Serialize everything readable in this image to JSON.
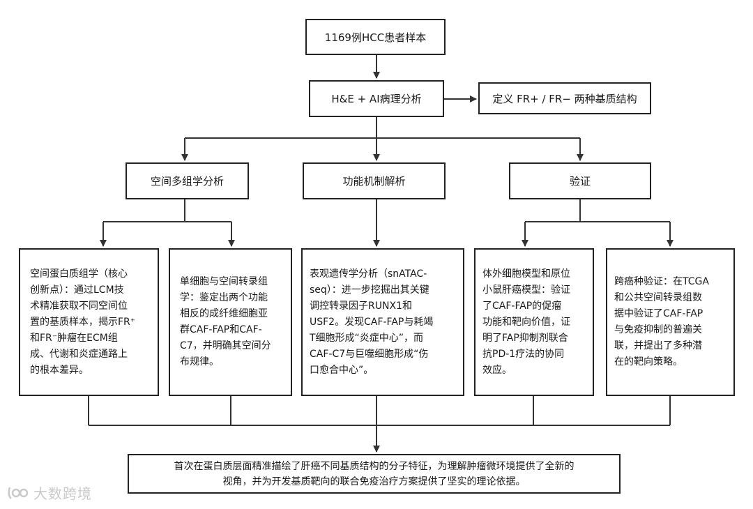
{
  "nodes": {
    "root": "1169例HCC患者样本",
    "he_ai": "H&E + AI病理分析",
    "define": "定义 FR+ / FR− 两种基质结构",
    "spatial": "空间多组学分析",
    "functional": "功能机制解析",
    "validation": "验证",
    "proteomics": "空间蛋白质组学（核心创新点）：通过LCM技术精准获取不同空间位置的基质样本，揭示FR⁺和FR⁻肿瘤在ECM组成、代谢和炎症通路上的根本差异。",
    "scrna": "单细胞与空间转录组学：鉴定出两个功能相反的成纤维细胞亚群CAF-FAP和CAF-C7，并明确其空间分布规律。",
    "epigenetics": "表观遗传学分析（snATAC-seq）：进一步挖掘出其关键调控转录因子RUNX1和USF2。发现CAF-FAP与耗竭T细胞形成“炎症中心”，而CAF-C7与巨噬细胞形成“伤口愈合中心”。",
    "invitro": "体外细胞模型和原位小鼠肝癌模型：验证了CAF-FAP的促瘤功能和靶向价值，证明了FAP抑制剂联合抗PD-1疗法的协同效应。",
    "pancancer": "跨癌种验证：在TCGA和公共空间转录组数据中验证了CAF-FAP与免疫抑制的普遍关联，并提出了多种潜在的靶向策略。",
    "conclusion": "首次在蛋白质层面精准描绘了肝癌不同基质结构的分子特征，为理解肿瘤微环境提供了全新的视角，并为开发基质靶向的联合免疫治疗方案提供了坚实的理论依据。"
  },
  "lines": {
    "proteomics": [
      "空间蛋白质组学（核心",
      "创新点）：通过LCM技",
      "术精准获取不同空间位",
      "置的基质样本，揭示FR⁺",
      "和FR⁻肿瘤在ECM组",
      "成、代谢和炎症通路上",
      "的根本差异。"
    ],
    "scrna": [
      "单细胞与空间转录组",
      "学：鉴定出两个功能",
      "相反的成纤维细胞亚",
      "群CAF-FAP和CAF-",
      "C7，并明确其空间分",
      "布规律。"
    ],
    "epigenetics": [
      "表观遗传学分析（snATAC-",
      "seq）：进一步挖掘出其关键",
      "调控转录因子RUNX1和",
      "USF2。发现CAF-FAP与耗竭",
      "T细胞形成“炎症中心”，而",
      "CAF-C7与巨噬细胞形成“伤",
      "口愈合中心”。"
    ],
    "invitro": [
      "体外细胞模型和原位",
      "小鼠肝癌模型：验证",
      "了CAF-FAP的促瘤",
      "功能和靶向价值，证",
      "明了FAP抑制剂联合",
      "抗PD-1疗法的协同",
      "效应。"
    ],
    "pancancer": [
      "跨癌种验证：在TCGA",
      "和公共空间转录组数",
      "据中验证了CAF-FAP",
      "与免疫抑制的普遍关",
      "联，并提出了多种潜",
      "在的靶向策略。"
    ],
    "conclusion": [
      "首次在蛋白质层面精准描绘了肝癌不同基质结构的分子特征，为理解肿瘤微环境提供了全新的",
      "视角，并为开发基质靶向的联合免疫治疗方案提供了坚实的理论依据。"
    ]
  },
  "watermark": "大数跨境"
}
